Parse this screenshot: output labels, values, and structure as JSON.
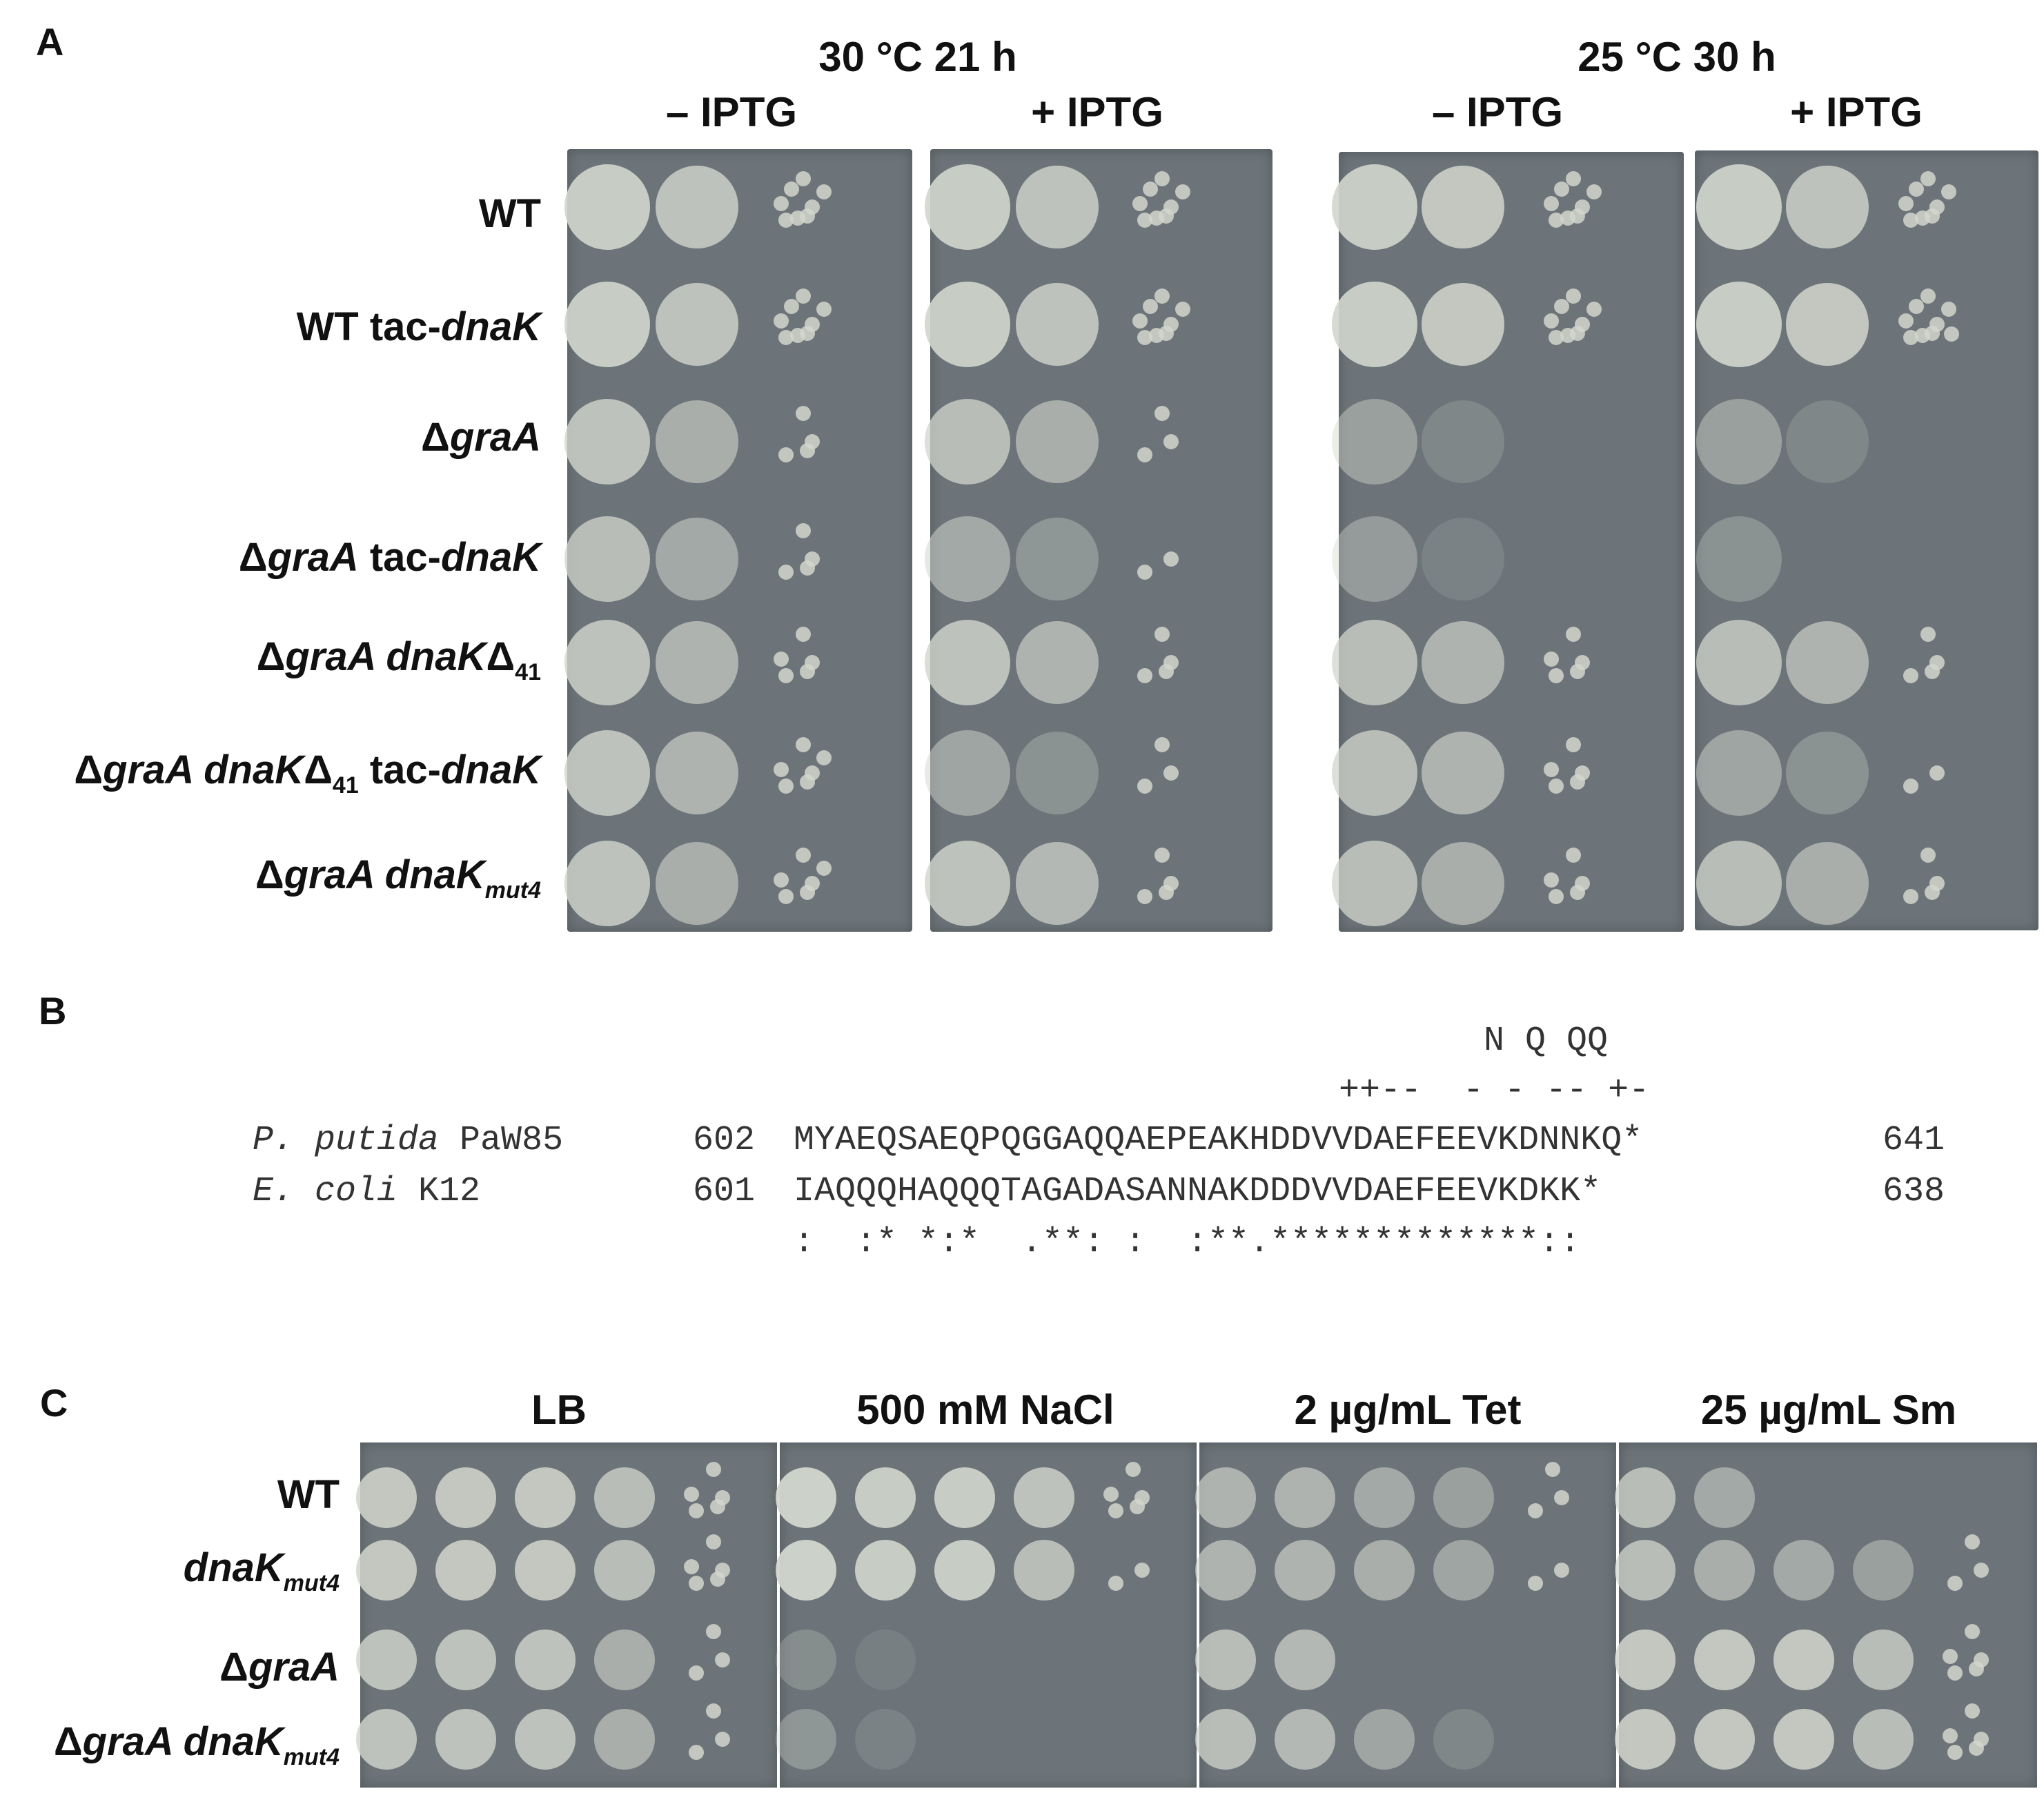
{
  "panel_a": {
    "letter": "A",
    "conditions": [
      {
        "temp": "30 °C 21 h",
        "minus": "– IPTG",
        "plus": "+ IPTG"
      },
      {
        "temp": "25 °C 30 h",
        "minus": "– IPTG",
        "plus": "+ IPTG"
      }
    ],
    "rows": [
      {
        "label": "WT"
      },
      {
        "label": "WT tac-",
        "italic": "dnaK"
      },
      {
        "label": "ΔgraA"
      },
      {
        "label": "ΔgraA tac-dnaK"
      },
      {
        "label": "ΔgraA dnaKΔ41"
      },
      {
        "label": "ΔgraA dnaKΔ41 tac-dnaK"
      },
      {
        "label": "ΔgraA dnaKmut4"
      }
    ],
    "row_text": {
      "r1": {
        "pre": "WT"
      },
      "r2": {
        "pre": "WT tac-",
        "it": "dnaK"
      },
      "r3": {
        "pre": "Δ",
        "it": "graA"
      },
      "r4": {
        "pre": "Δ",
        "it": "graA",
        "mid": " tac-",
        "it2": "dnaK"
      },
      "r5": {
        "pre": "Δ",
        "it": "graA dnaK",
        "mid": "Δ",
        "sub": "41"
      },
      "r6": {
        "pre": "Δ",
        "it": "graA dnaK",
        "mid": "Δ",
        "sub": "41",
        "tail": " tac-",
        "it2": "dnaK"
      },
      "r7": {
        "pre": "Δ",
        "it": "graA dnaK",
        "sub": "mut4"
      }
    }
  },
  "panel_b": {
    "letter": "B",
    "subs_line": "N Q QQ",
    "charge_line": "++--  - - -- +-",
    "seq1_org": "P. putida",
    "seq1_strain": " PaW85",
    "seq1_start": "602",
    "seq1": "MYAEQSAEQPQGGAQQAEPEAKHDDVVDAEFEEVKDNNKQ*",
    "seq1_end": "641",
    "seq2_org": "E. coli",
    "seq2_strain": " K12",
    "seq2_start": "601",
    "seq2": "IAQQQHAQQQTAGADASANNAKDDDVVDAEFEEVKDKK*",
    "seq2_end": "638",
    "consensus": ":  :* *:*  .**: :  :**.*************::"
  },
  "panel_c": {
    "letter": "C",
    "columns": [
      "LB",
      "500 mM NaCl",
      "2 µg/mL Tet",
      "25 µg/mL Sm"
    ],
    "rows": {
      "r1": {
        "pre": "WT"
      },
      "r2": {
        "it": "dnaK",
        "sub": "mut4"
      },
      "r3": {
        "pre": "Δ",
        "it": "graA"
      },
      "r4": {
        "pre": "Δ",
        "it": "graA dnaK",
        "sub": "mut4"
      }
    }
  },
  "colors": {
    "plate": "#6c7479",
    "colony": "#c9ccc4",
    "background": "#ffffff"
  }
}
